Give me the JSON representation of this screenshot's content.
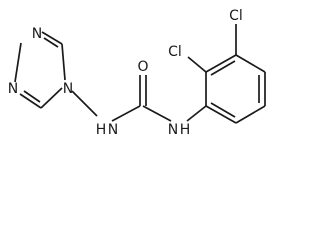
{
  "molecule": {
    "atoms": {
      "cl_top": "Cl",
      "cl_left": "Cl",
      "carbonyl_o": "O",
      "amide_nh_left": "N",
      "amide_nh_left_h": "H",
      "amide_nh_right": "N",
      "amide_nh_right_h": "H",
      "triazole_n1": "N",
      "triazole_n2": "N",
      "triazole_n4": "N"
    }
  }
}
